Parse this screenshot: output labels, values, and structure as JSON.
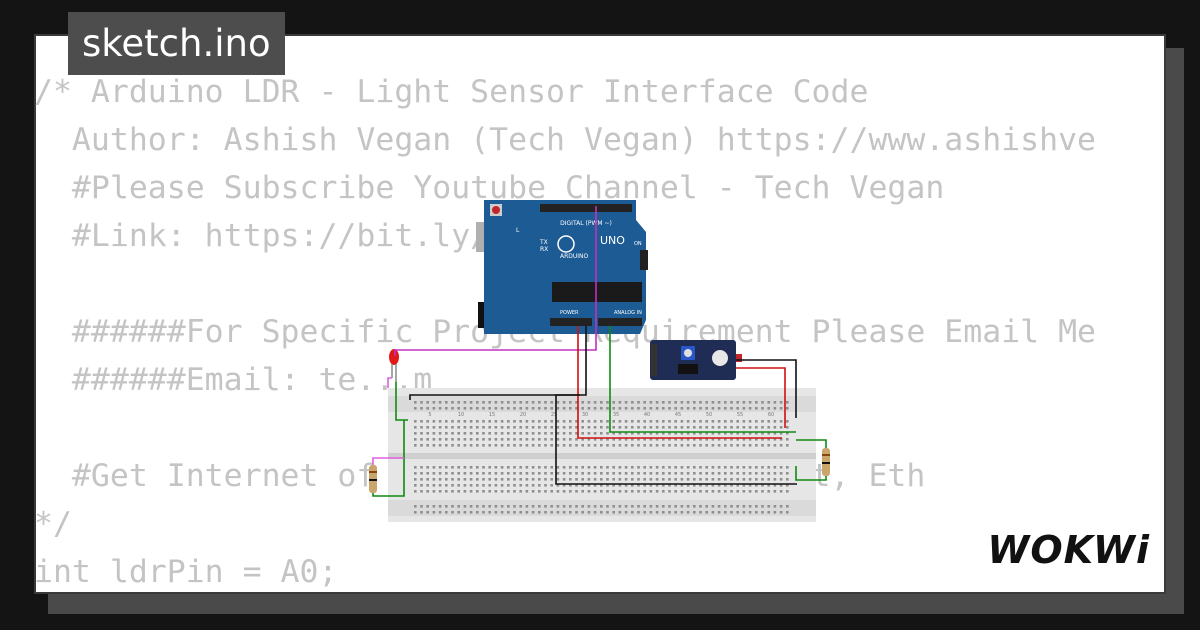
{
  "tab": {
    "title": "sketch.ino"
  },
  "code": {
    "lines": [
      "/* Arduino LDR - Light Sensor Interface Code",
      "  Author: Ashish Vegan (Tech Vegan) https://www.ashishve",
      "  #Please Subscribe Youtube Channel - Tech Vegan",
      "  #Link: https://bit.ly/...Q",
      "",
      "  ######For Specific Project Requirement Please Email Me",
      "  ######Email: te...m",
      "",
      "  #Get Internet of Things, Web Development, Eth",
      "*/",
      "int ldrPin = A0;"
    ]
  },
  "circuit": {
    "board_label": "UNO",
    "board_brand": "ARDUINO",
    "digital_label": "DIGITAL (PWM ~)",
    "power_label": "POWER",
    "analog_label": "ANALOG IN",
    "on_label": "ON",
    "tx_label": "TX",
    "rx_label": "RX",
    "l_label": "L",
    "wire_colors": {
      "purple": "#c030c0",
      "red": "#d01010",
      "green": "#108a10",
      "black": "#111111",
      "pink": "#e060e0"
    },
    "board_color": "#1d5b95",
    "breadboard_numbers": [
      "5",
      "10",
      "15",
      "20",
      "25",
      "30",
      "35",
      "40",
      "45",
      "50",
      "55",
      "60"
    ]
  },
  "brand": {
    "logo_text": "WOKWi"
  }
}
